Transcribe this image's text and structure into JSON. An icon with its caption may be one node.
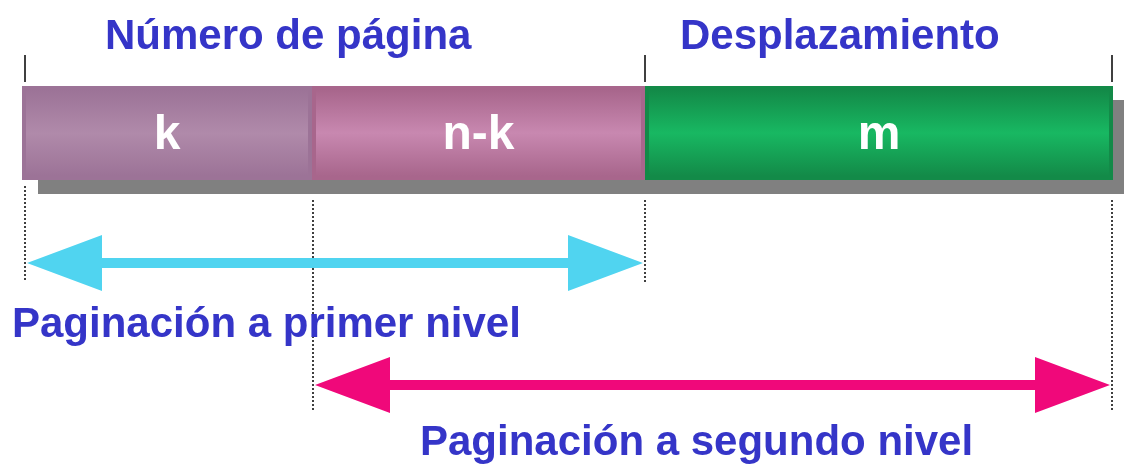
{
  "diagram": {
    "nodes": [
      {
        "text": [
          "k"
        ]
      },
      {
        "text": [
          "n-k"
        ]
      },
      {
        "text": [
          "m"
        ]
      }
    ],
    "labels": [
      "Número de página",
      "Desplazamiento",
      "Paginación a primer nivel",
      "Paginación a segundo nivel"
    ]
  }
}
